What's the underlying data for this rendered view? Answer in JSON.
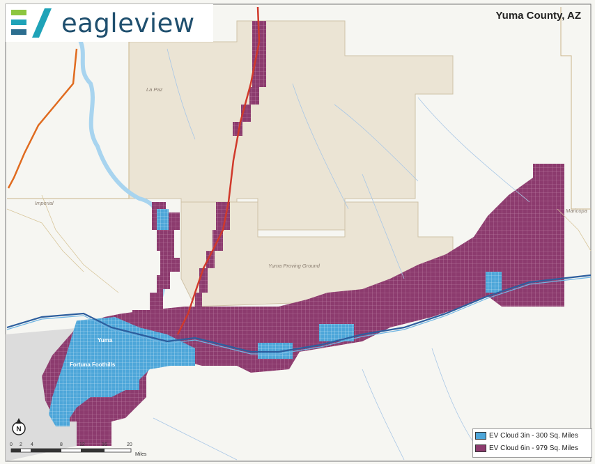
{
  "brand": {
    "name": "eagleview",
    "colors": {
      "mark_green": "#8cc63f",
      "mark_teal": "#1fa3b8",
      "text": "#1f4f6e"
    }
  },
  "map_title": "Yuma County, AZ",
  "places": {
    "la_paz": "La Paz",
    "imperial": "Imperial",
    "proving_ground": "Yuma Proving Ground",
    "maricopa": "Maricopa",
    "yuma": "Yuma",
    "east_yuma": "Fortuna Foothills"
  },
  "legend": {
    "items": [
      {
        "label": "EV Cloud 3in - 300 Sq. Miles",
        "color": "#4da6d9"
      },
      {
        "label": "EV Cloud 6in - 979 Sq. Miles",
        "color": "#8c3b6e"
      }
    ]
  },
  "scale_bar": {
    "ticks": [
      "0",
      "2",
      "4",
      "8",
      "12",
      "16",
      "20"
    ],
    "unit": "Miles"
  },
  "north_icon": "north-arrow-icon"
}
